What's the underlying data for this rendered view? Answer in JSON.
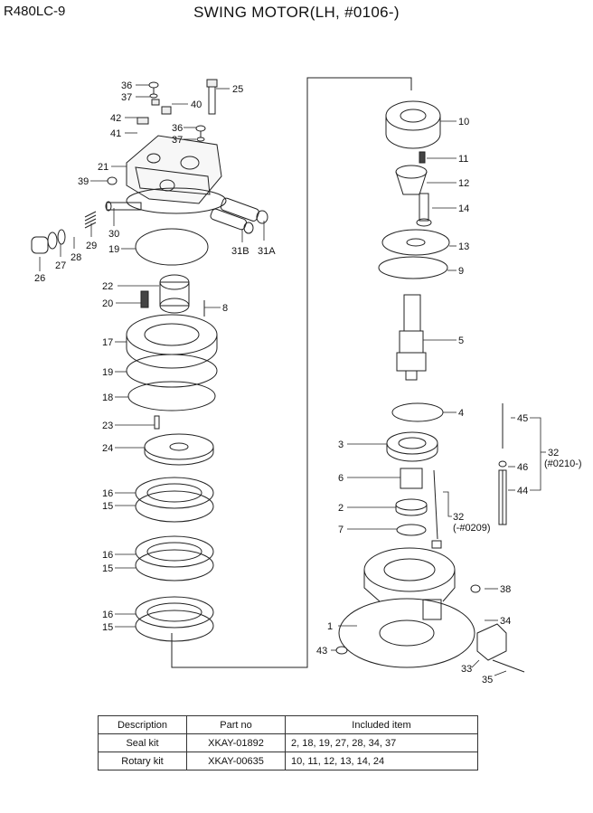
{
  "header": {
    "model": "R480LC-9",
    "title": "SWING MOTOR(LH, #0106-)"
  },
  "callouts": {
    "p1": "1",
    "p2": "2",
    "p3": "3",
    "p4": "4",
    "p5": "5",
    "p6": "6",
    "p7": "7",
    "p8": "8",
    "p9": "9",
    "p10": "10",
    "p11": "11",
    "p12": "12",
    "p13": "13",
    "p14": "14",
    "p15a": "15",
    "p15b": "15",
    "p15c": "15",
    "p16a": "16",
    "p16b": "16",
    "p16c": "16",
    "p17": "17",
    "p18": "18",
    "p19a": "19",
    "p19b": "19",
    "p20": "20",
    "p21": "21",
    "p22": "22",
    "p23": "23",
    "p24": "24",
    "p25": "25",
    "p26": "26",
    "p27": "27",
    "p28": "28",
    "p29": "29",
    "p30": "30",
    "p31a": "31A",
    "p31b": "31B",
    "p32a": "32",
    "p32a_note": "(-#0209)",
    "p32b": "32",
    "p32b_note": "(#0210-)",
    "p33": "33",
    "p34": "34",
    "p35": "35",
    "p36a": "36",
    "p36b": "36",
    "p37a": "37",
    "p37b": "37",
    "p38": "38",
    "p39": "39",
    "p40": "40",
    "p41": "41",
    "p42": "42",
    "p43": "43",
    "p44": "44",
    "p45": "45",
    "p46": "46"
  },
  "kit_table": {
    "headers": [
      "Description",
      "Part no",
      "Included item"
    ],
    "rows": [
      [
        "Seal kit",
        "XKAY-01892",
        "2, 18, 19, 27, 28, 34, 37"
      ],
      [
        "Rotary kit",
        "XKAY-00635",
        "10, 11, 12, 13, 14, 24"
      ]
    ]
  }
}
